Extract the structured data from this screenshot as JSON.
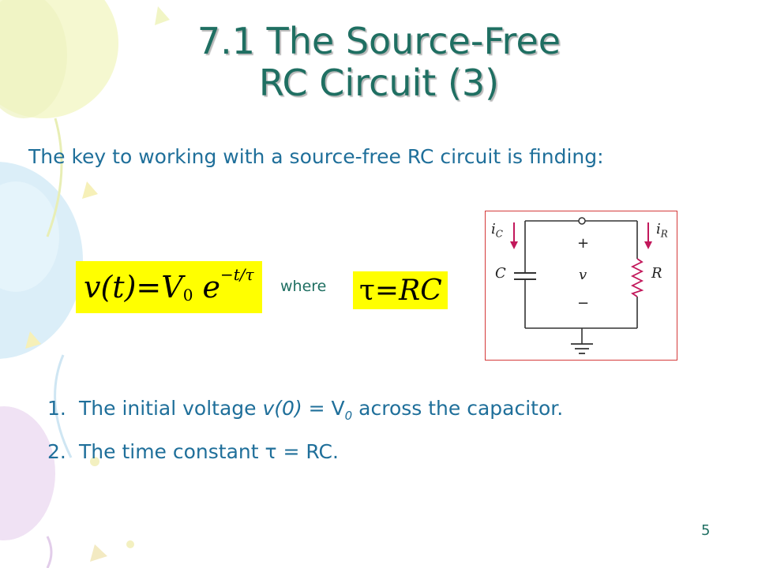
{
  "slide": {
    "title_line1": "7.1 The Source-Free",
    "title_line2": "RC Circuit (3)",
    "intro": "The key to working with a source-free RC circuit is finding:",
    "where": "where",
    "page_number": "5"
  },
  "equations": {
    "main": {
      "lhs": "v(t)",
      "eq": "=",
      "v": "V",
      "v_sub": "0",
      "e": "e",
      "exponent": "−t/τ"
    },
    "tau": {
      "lhs": "τ",
      "eq": "=",
      "rhs": "RC"
    }
  },
  "circuit": {
    "ic_label": "i",
    "ic_sub": "C",
    "ir_label": "i",
    "ir_sub": "R",
    "c_label": "C",
    "r_label": "R",
    "v_label": "v",
    "plus": "+",
    "minus": "−"
  },
  "list": [
    {
      "num": "1.",
      "pre": "The initial voltage ",
      "v0": "v(0)",
      "mid": " = V",
      "sub": "0",
      "post": " across the capacitor."
    },
    {
      "num": "2.",
      "text": "The time constant τ = RC."
    }
  ],
  "colors": {
    "title": "#1f6f62",
    "body": "#1f6f9a",
    "highlight": "#ffff00",
    "circuit_frame": "#d43a3a",
    "arrow": "#c2185b"
  }
}
